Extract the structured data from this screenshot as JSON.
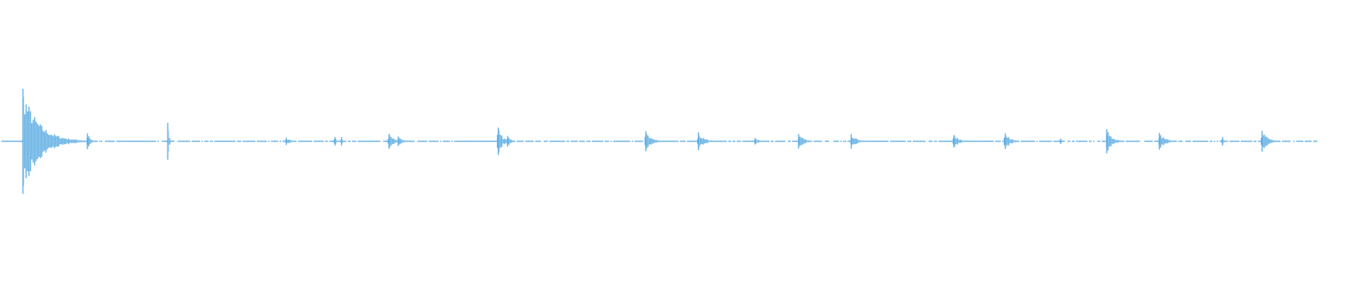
{
  "chart_data": {
    "type": "waveform",
    "title": "",
    "xlabel": "",
    "ylabel": "",
    "grid": false,
    "legend": "none",
    "color": "#5DADE2",
    "ylim": [
      -1,
      1
    ],
    "duration_fraction_range": [
      0,
      1
    ],
    "events": [
      {
        "t": 0.017,
        "amp": 1.0,
        "decay": 0.012
      },
      {
        "t": 0.066,
        "amp": 0.15,
        "decay": 0.002
      },
      {
        "t": 0.127,
        "amp": 0.35,
        "decay": 0.0008
      },
      {
        "t": 0.217,
        "amp": 0.07,
        "decay": 0.003
      },
      {
        "t": 0.254,
        "amp": 0.08,
        "decay": 0.001
      },
      {
        "t": 0.259,
        "amp": 0.08,
        "decay": 0.001
      },
      {
        "t": 0.295,
        "amp": 0.14,
        "decay": 0.004
      },
      {
        "t": 0.302,
        "amp": 0.09,
        "decay": 0.003
      },
      {
        "t": 0.378,
        "amp": 0.26,
        "decay": 0.003
      },
      {
        "t": 0.385,
        "amp": 0.1,
        "decay": 0.003
      },
      {
        "t": 0.49,
        "amp": 0.19,
        "decay": 0.004
      },
      {
        "t": 0.53,
        "amp": 0.17,
        "decay": 0.004
      },
      {
        "t": 0.573,
        "amp": 0.06,
        "decay": 0.003
      },
      {
        "t": 0.606,
        "amp": 0.14,
        "decay": 0.004
      },
      {
        "t": 0.646,
        "amp": 0.14,
        "decay": 0.004
      },
      {
        "t": 0.724,
        "amp": 0.12,
        "decay": 0.004
      },
      {
        "t": 0.763,
        "amp": 0.15,
        "decay": 0.004
      },
      {
        "t": 0.805,
        "amp": 0.05,
        "decay": 0.001
      },
      {
        "t": 0.84,
        "amp": 0.23,
        "decay": 0.004
      },
      {
        "t": 0.88,
        "amp": 0.16,
        "decay": 0.004
      },
      {
        "t": 0.928,
        "amp": 0.08,
        "decay": 0.001
      },
      {
        "t": 0.958,
        "amp": 0.2,
        "decay": 0.004
      }
    ]
  }
}
